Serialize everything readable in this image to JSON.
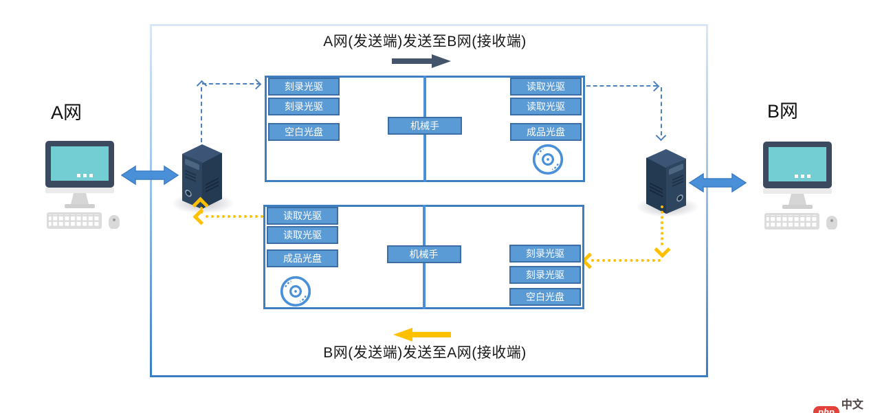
{
  "flow": {
    "top_title": "A网(发送端)发送至B网(接收端)",
    "bottom_title": "B网(发送端)发送至A网(接收端)"
  },
  "network_a": {
    "label": "A网"
  },
  "network_b": {
    "label": "B网"
  },
  "top_box": {
    "left_slots": [
      "刻录光驱",
      "刻录光驱",
      "空白光盘"
    ],
    "center_label": "机械手",
    "right_slots": [
      "读取光驱",
      "读取光驱",
      "成品光盘"
    ]
  },
  "bottom_box": {
    "left_slots": [
      "读取光驱",
      "读取光驱",
      "成品光盘"
    ],
    "center_label": "机械手",
    "right_slots": [
      "刻录光驱",
      "刻录光驱",
      "空白光盘"
    ]
  },
  "logo": {
    "badge": "php",
    "text": "中文网"
  },
  "colors": {
    "slot_fill": "#5b9bd5",
    "slot_border": "#3a6ea5",
    "station_border": "#3d7ebf",
    "dashed_path": "#4c7fbd",
    "dotted_path": "#ffc000",
    "forward_arrow": "#44546a",
    "backward_arrow": "#ffc000",
    "lan_arrow": "#4a90d9",
    "screen_teal": "#72ced2",
    "server_navy": "#2e4560"
  }
}
